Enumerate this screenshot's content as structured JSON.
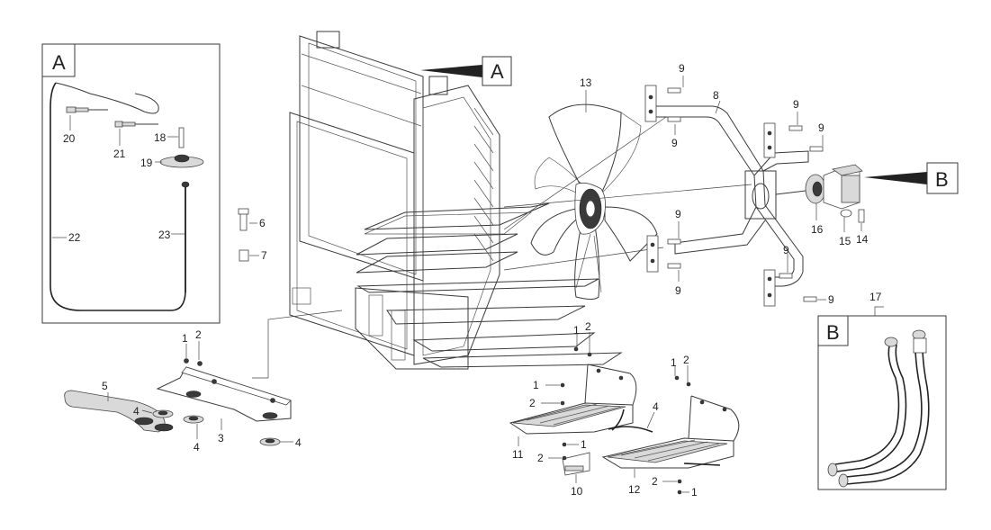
{
  "detail_views": {
    "a": {
      "letter": "A"
    },
    "b": {
      "letter": "B"
    }
  },
  "view_callouts": {
    "a": {
      "letter": "A"
    },
    "b": {
      "letter": "B"
    }
  },
  "part_labels": {
    "p1a": "1",
    "p2a": "2",
    "p3": "3",
    "p4a": "4",
    "p4b": "4",
    "p4c": "4",
    "p5": "5",
    "p6": "6",
    "p7": "7",
    "p8": "8",
    "p9a": "9",
    "p9b": "9",
    "p9c": "9",
    "p9d": "9",
    "p9e": "9",
    "p9f": "9",
    "p9g": "9",
    "p9h": "9",
    "p10": "10",
    "p11": "11",
    "p12": "12",
    "p13": "13",
    "p14": "14",
    "p15": "15",
    "p16": "16",
    "p17": "17",
    "p18": "18",
    "p19": "19",
    "p20": "20",
    "p21": "21",
    "p22": "22",
    "p23": "23",
    "p1b": "1",
    "p2b": "2",
    "p1c": "1",
    "p2c": "2",
    "p1d": "1",
    "p2d": "2",
    "p1e": "1",
    "p2e": "2",
    "p1f": "1",
    "p2f": "2",
    "p4d": "4"
  }
}
